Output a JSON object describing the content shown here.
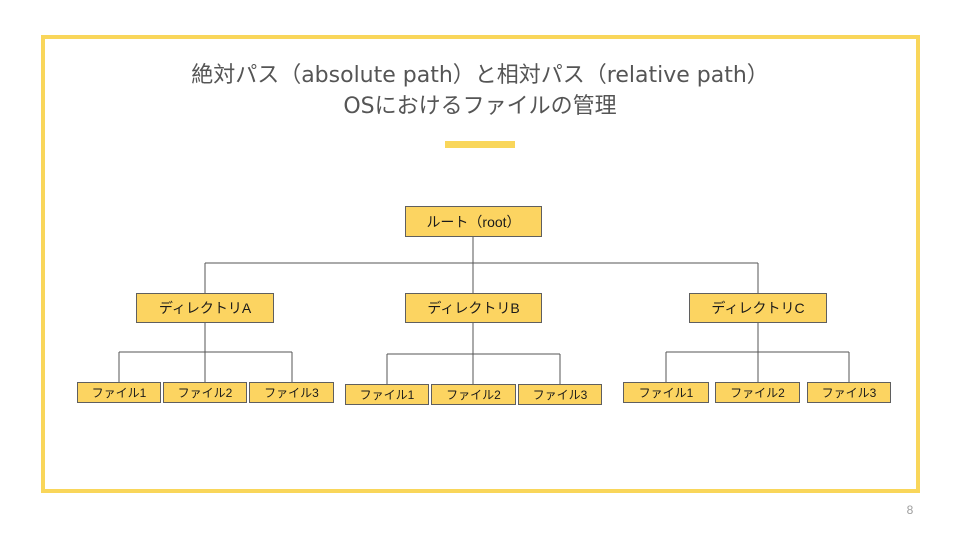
{
  "slide": {
    "title_line1": "絶対パス（absolute path）と相対パス（relative path）",
    "title_line2": "OSにおけるファイルの管理",
    "page_number": "8",
    "accent_color": "#f9d65a",
    "node_color": "#fcd461"
  },
  "tree": {
    "root": "ルート（root）",
    "directories": [
      {
        "label": "ディレクトリA",
        "files": [
          "ファイル1",
          "ファイル2",
          "ファイル3"
        ]
      },
      {
        "label": "ディレクトリB",
        "files": [
          "ファイル1",
          "ファイル2",
          "ファイル3"
        ]
      },
      {
        "label": "ディレクトリC",
        "files": [
          "ファイル1",
          "ファイル2",
          "ファイル3"
        ]
      }
    ]
  }
}
